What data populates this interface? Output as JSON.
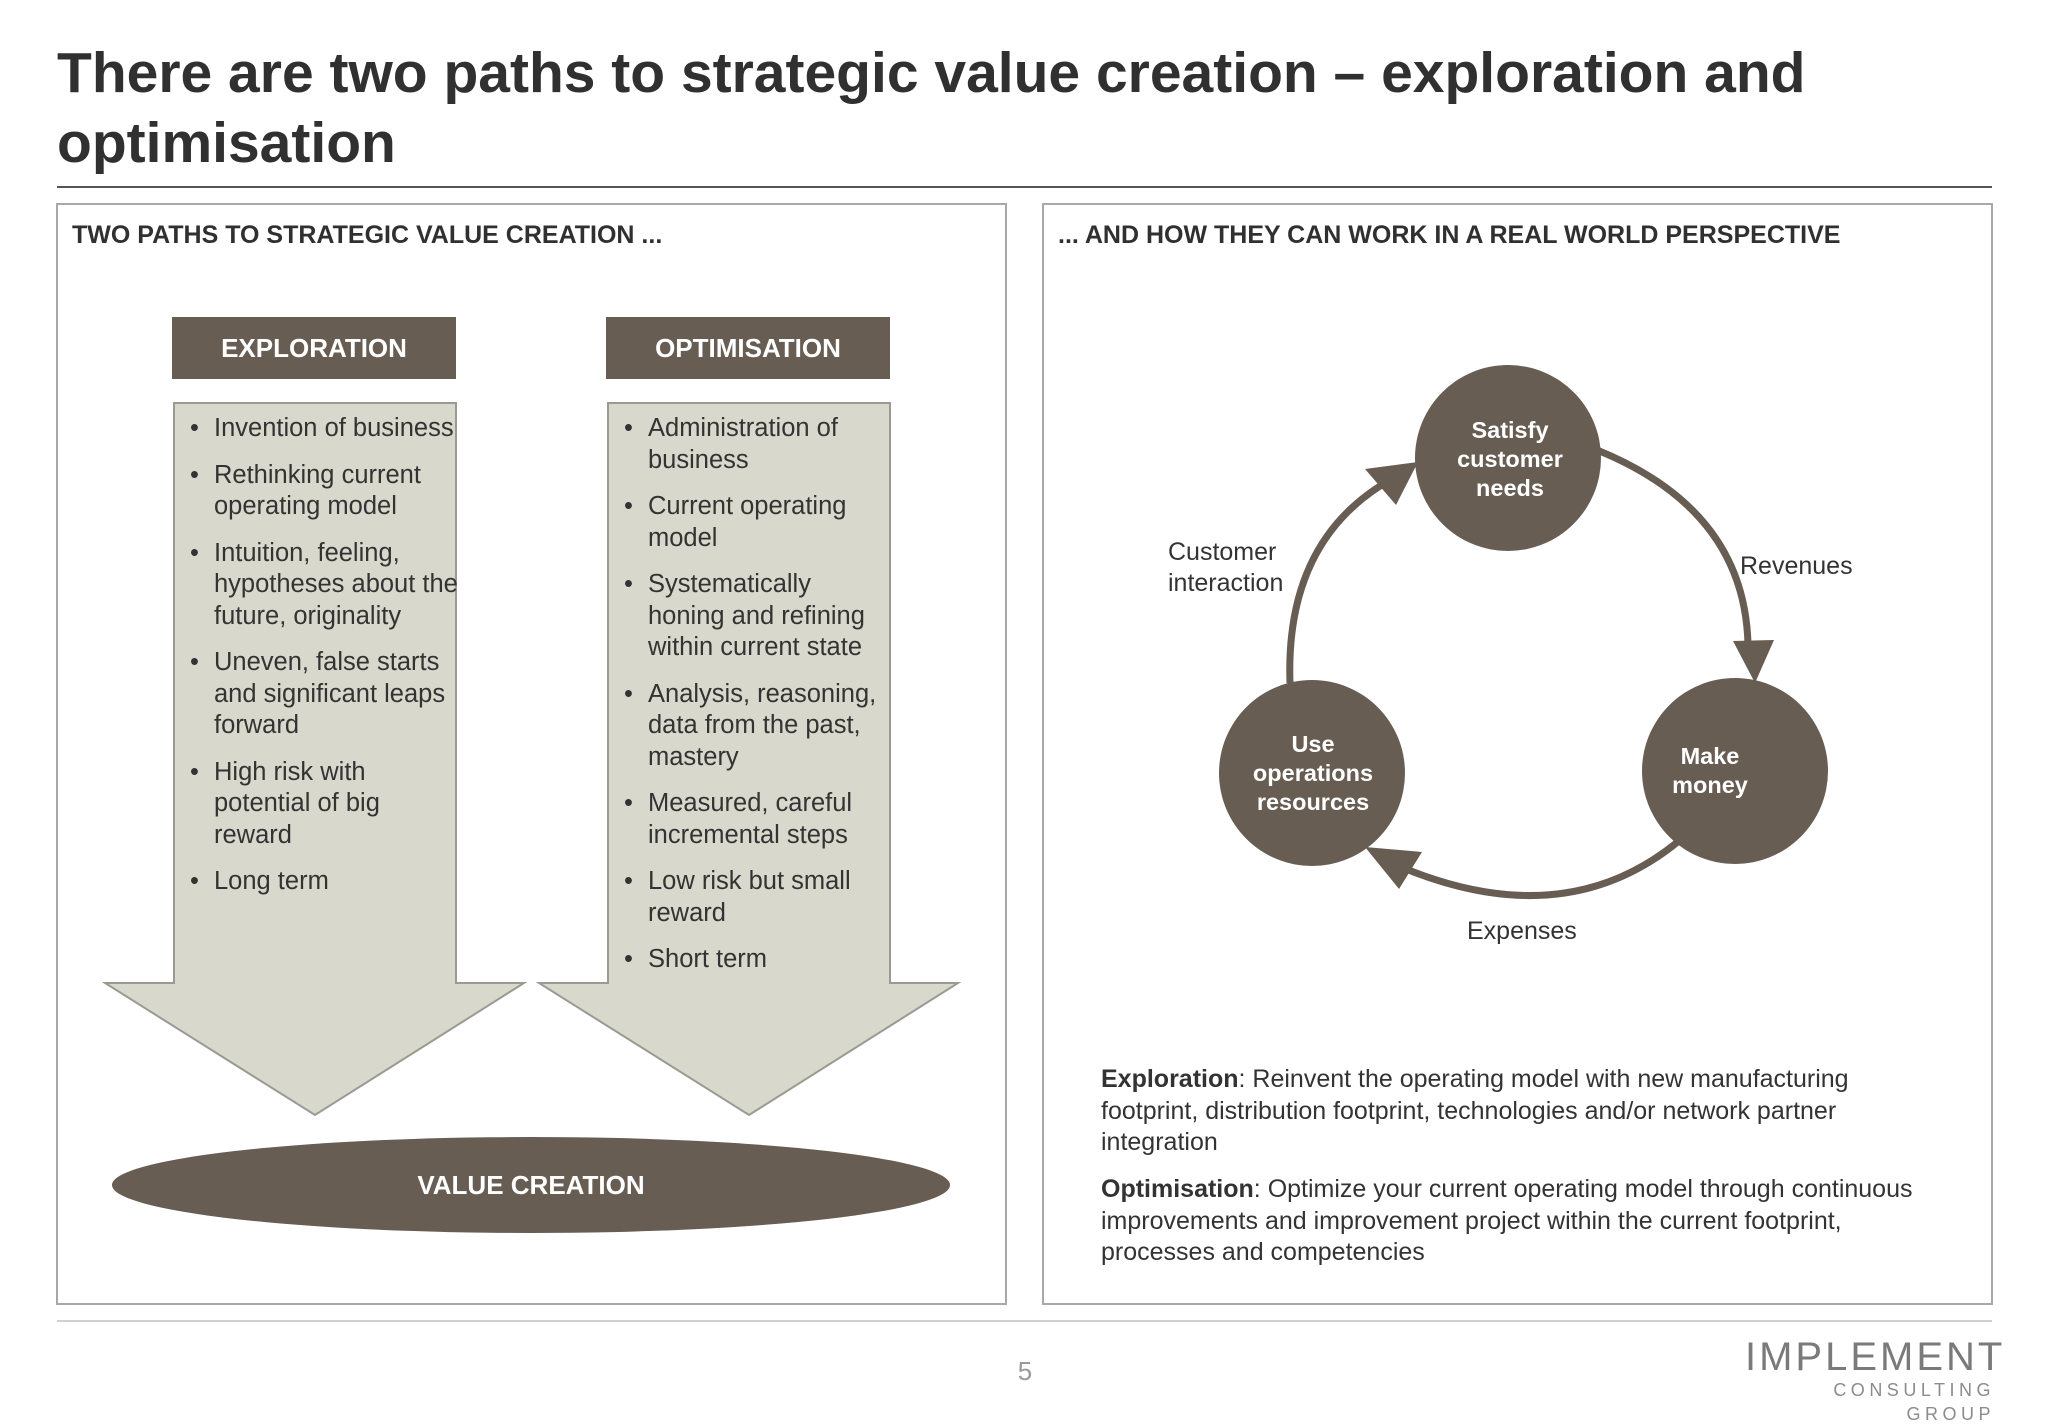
{
  "title": "There are two paths to strategic value creation – exploration and optimisation",
  "colors": {
    "brown": "#675d53",
    "arrow_fill": "#d8d8cc",
    "arrow_stroke": "#9a9a92"
  },
  "left_panel": {
    "heading": "TWO PATHS TO STRATEGIC VALUE CREATION ...",
    "exploration": {
      "header": "EXPLORATION",
      "bullets": [
        "Invention of business",
        "Rethinking current operating model",
        "Intuition, feeling, hypotheses about the future, originality",
        "Uneven, false starts and significant leaps forward",
        "High risk with potential of big reward",
        "Long term"
      ]
    },
    "optimisation": {
      "header": "OPTIMISATION",
      "bullets": [
        "Administration of business",
        "Current operating model",
        "Systematically honing and refining within current state",
        "Analysis, reasoning, data from the past, mastery",
        "Measured, careful incremental steps",
        "Low risk but small reward",
        "Short term"
      ]
    },
    "value_creation": "VALUE CREATION"
  },
  "right_panel": {
    "heading": "... AND HOW THEY CAN WORK IN A REAL WORLD PERSPECTIVE",
    "cycle": {
      "nodes": {
        "satisfy": "Satisfy customer needs",
        "use": "Use operations resources",
        "make": "Make money"
      },
      "edges": {
        "customer_interaction": "Customer interaction",
        "revenues": "Revenues",
        "expenses": "Expenses"
      }
    },
    "descriptions": {
      "exploration_term": "Exploration",
      "exploration_text": ": Reinvent the operating model with new manufacturing footprint, distribution  footprint, technologies and/or network partner integration",
      "optimisation_term": "Optimisation",
      "optimisation_text": ": Optimize your current operating model through continuous improvements and improvement project within the current footprint, processes and competencies"
    }
  },
  "footer": {
    "page_number": "5",
    "logo_line1": "IMPLEMENT",
    "logo_line2": "CONSULTING GROUP"
  }
}
